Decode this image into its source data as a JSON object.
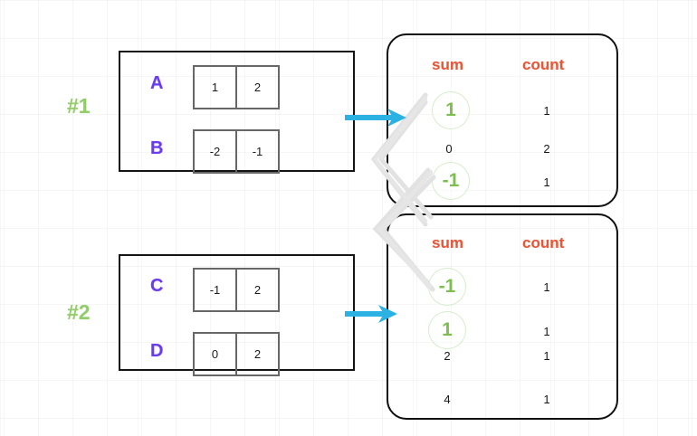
{
  "diagram": {
    "title": "two-group sum-count aggregation diagram",
    "groups": [
      {
        "label": "#1",
        "rows": [
          {
            "name": "A",
            "cells": [
              "1",
              "2"
            ]
          },
          {
            "name": "B",
            "cells": [
              "-2",
              "-1"
            ]
          }
        ]
      },
      {
        "label": "#2",
        "rows": [
          {
            "name": "C",
            "cells": [
              "-1",
              "2"
            ]
          },
          {
            "name": "D",
            "cells": [
              "0",
              "2"
            ]
          }
        ]
      }
    ],
    "tables": [
      {
        "headers": {
          "sum": "sum",
          "count": "count"
        },
        "rows": [
          {
            "sum": "1",
            "count": "1",
            "highlight": true
          },
          {
            "sum": "0",
            "count": "2",
            "highlight": false
          },
          {
            "sum": "-1",
            "count": "1",
            "highlight": true
          }
        ]
      },
      {
        "headers": {
          "sum": "sum",
          "count": "count"
        },
        "rows": [
          {
            "sum": "-1",
            "count": "1",
            "highlight": true
          },
          {
            "sum": "1",
            "count": "1",
            "highlight": true
          },
          {
            "sum": "2",
            "count": "1",
            "highlight": false
          },
          {
            "sum": "4",
            "count": "1",
            "highlight": false
          }
        ]
      }
    ],
    "colors": {
      "group_label": "#93cd6b",
      "row_letter": "#6a3cf0",
      "table_header": "#e8563a",
      "highlight_value": "#7dbf4f",
      "arrow": "#2bb2e2",
      "connector": "#dfdfdf",
      "block_border": "#141414",
      "cell_border": "#676767",
      "panel_border": "#101010",
      "grid": "#eef0ee"
    },
    "icons": {
      "arrow": "arrow-right-icon",
      "connector": "match-connector-line"
    }
  },
  "chart_data": {
    "type": "table",
    "title": "sum / count aggregation per group",
    "tables": [
      {
        "name": "group-1-aggregate",
        "columns": [
          "sum",
          "count"
        ],
        "rows": [
          [
            "1",
            "1"
          ],
          [
            "0",
            "2"
          ],
          [
            "-1",
            "1"
          ]
        ]
      },
      {
        "name": "group-2-aggregate",
        "columns": [
          "sum",
          "count"
        ],
        "rows": [
          [
            "-1",
            "1"
          ],
          [
            "1",
            "1"
          ],
          [
            "2",
            "1"
          ],
          [
            "4",
            "1"
          ]
        ]
      }
    ],
    "inputs": [
      {
        "group": "#1",
        "rows": [
          [
            "A",
            "1",
            "2"
          ],
          [
            "B",
            "-2",
            "-1"
          ]
        ]
      },
      {
        "group": "#2",
        "rows": [
          [
            "C",
            "-1",
            "2"
          ],
          [
            "D",
            "0",
            "2"
          ]
        ]
      }
    ],
    "matches": [
      {
        "from_table": 1,
        "from_sum": "1",
        "to_table": 2,
        "to_sum": "1"
      },
      {
        "from_table": 1,
        "from_sum": "-1",
        "to_table": 2,
        "to_sum": "-1"
      }
    ]
  }
}
